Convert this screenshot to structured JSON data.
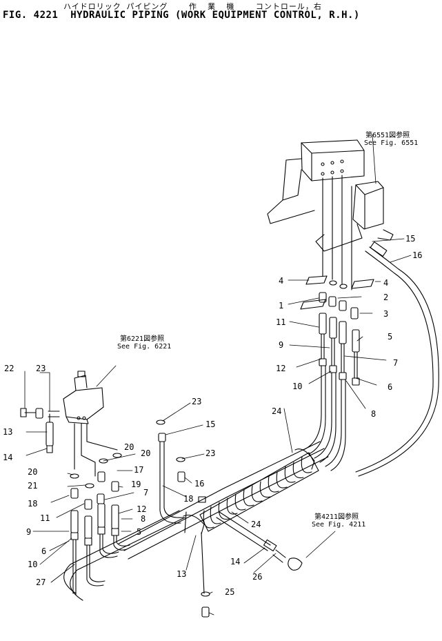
{
  "header": {
    "title_jp": "ハイドロリック パイピング    作  業  機    コントロール，右",
    "title_en": "FIG. 4221  HYDRAULIC PIPING (WORK EQUIPMENT CONTROL, R.H.)"
  },
  "references": [
    {
      "id": "ref-6551",
      "jp": "第6551図参照",
      "en": "See Fig. 6551"
    },
    {
      "id": "ref-6221",
      "jp": "第6221図参照",
      "en": "See Fig. 6221"
    },
    {
      "id": "ref-4211",
      "jp": "第4211図参照",
      "en": "See Fig. 4211"
    }
  ],
  "callouts": [
    "15",
    "16",
    "4",
    "4",
    "1",
    "2",
    "3",
    "11",
    "9",
    "5",
    "12",
    "7",
    "10",
    "6",
    "8",
    "22",
    "23",
    "13",
    "14",
    "20",
    "20",
    "23",
    "15",
    "20",
    "23",
    "21",
    "16",
    "18",
    "17",
    "19",
    "18",
    "11",
    "7",
    "12",
    "8",
    "5",
    "9",
    "6",
    "10",
    "27",
    "24",
    "24",
    "13",
    "14",
    "26",
    "25"
  ]
}
